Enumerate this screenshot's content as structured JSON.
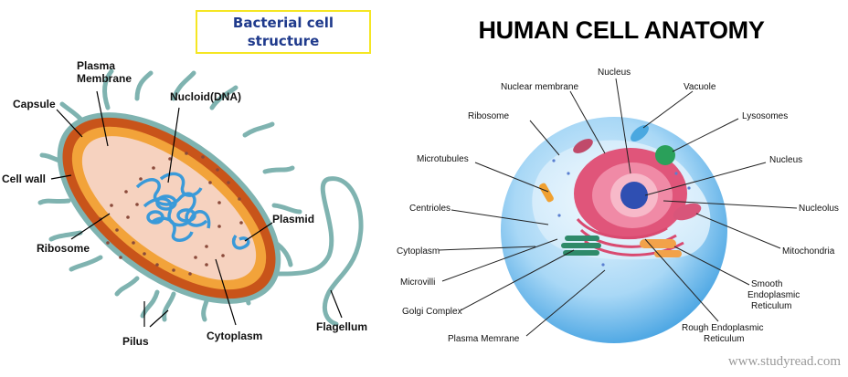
{
  "left_diagram": {
    "title_line1": "Bacterial cell",
    "title_line2": "structure",
    "labels": {
      "capsule": "Capsule",
      "plasma_membrane_1": "Plasma",
      "plasma_membrane_2": "Membrane",
      "nucloid": "Nucloid(DNA)",
      "cell_wall": "Cell wall",
      "ribosome": "Ribosome",
      "plasmid": "Plasmid",
      "pilus": "Pilus",
      "cytoplasm": "Cytoplasm",
      "flagellum": "Flagellum"
    }
  },
  "right_diagram": {
    "title": "HUMAN CELL ANATOMY",
    "labels": {
      "nucleus_top": "Nucleus",
      "nuclear_membrane": "Nuclear membrane",
      "vacuole": "Vacuole",
      "ribosome": "Ribosome",
      "lysosomes": "Lysosomes",
      "microtubules": "Microtubules",
      "nucleus_right": "Nucleus",
      "centrioles": "Centrioles",
      "nucleolus": "Nucleolus",
      "cytoplasm": "Cytoplasm",
      "mitochondria": "Mitochondria",
      "microvilli": "Microvilli",
      "smooth_er_1": "Smooth",
      "smooth_er_2": "Endoplasmic",
      "smooth_er_3": "Reticulum",
      "golgi": "Golgi Complex",
      "rough_er_1": "Rough Endoplasmic",
      "rough_er_2": "Reticulum",
      "plasma_membrane": "Plasma Memrane"
    }
  },
  "watermark": "www.studyread.com",
  "colors": {
    "title_blue": "#1f3a8c",
    "title_border": "#f5e623",
    "capsule": "#7fb3b0",
    "cell_wall": "#c8541a",
    "membrane": "#f2a33a",
    "cytoplasm": "#f6d2bf",
    "dna": "#3a9ad9",
    "cell_blue": "#5ab4ea",
    "nucleus_pink": "#e0557a"
  }
}
